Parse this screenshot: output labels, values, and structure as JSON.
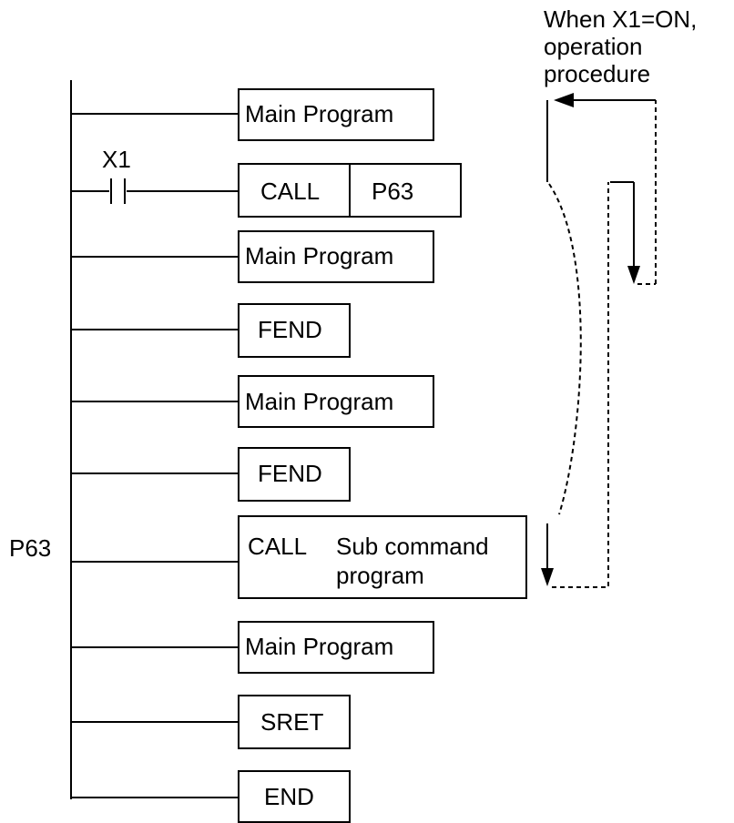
{
  "labels": {
    "note_line1": "When X1=ON,",
    "note_line2": "operation",
    "note_line3": "procedure",
    "contact": "X1",
    "pointer": "P63"
  },
  "rungs": [
    {
      "text": "Main Program"
    },
    {
      "text": "CALL",
      "operand": "P63"
    },
    {
      "text": "Main Program"
    },
    {
      "text": "FEND"
    },
    {
      "text": "Main Program"
    },
    {
      "text": "FEND"
    },
    {
      "text": "CALL",
      "text2": "Sub command",
      "text3": "program"
    },
    {
      "text": "Main Program"
    },
    {
      "text": "SRET"
    },
    {
      "text": "END"
    }
  ]
}
